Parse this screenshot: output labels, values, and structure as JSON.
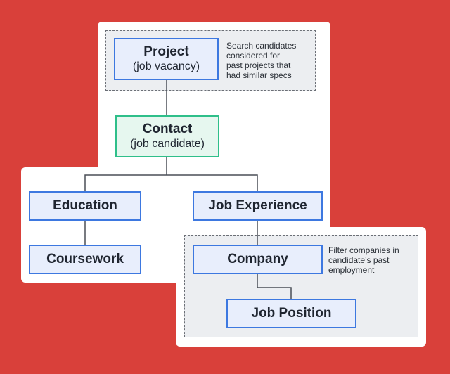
{
  "nodes": {
    "project": {
      "title": "Project",
      "subtitle": "(job vacancy)"
    },
    "contact": {
      "title": "Contact",
      "subtitle": "(job candidate)"
    },
    "education": {
      "title": "Education"
    },
    "coursework": {
      "title": "Coursework"
    },
    "job_experience": {
      "title": "Job Experience"
    },
    "company": {
      "title": "Company"
    },
    "job_position": {
      "title": "Job Position"
    }
  },
  "notes": {
    "search": [
      "Search candidates",
      "considered for",
      "past projects that",
      "had similar specs"
    ],
    "filter": [
      "Filter companies in",
      "candidate’s past",
      "employment"
    ]
  },
  "colors": {
    "background": "#d9403a",
    "box_blue_border": "#3d78e0",
    "box_green_border": "#2fbf8a",
    "connector": "#4a4f57"
  }
}
